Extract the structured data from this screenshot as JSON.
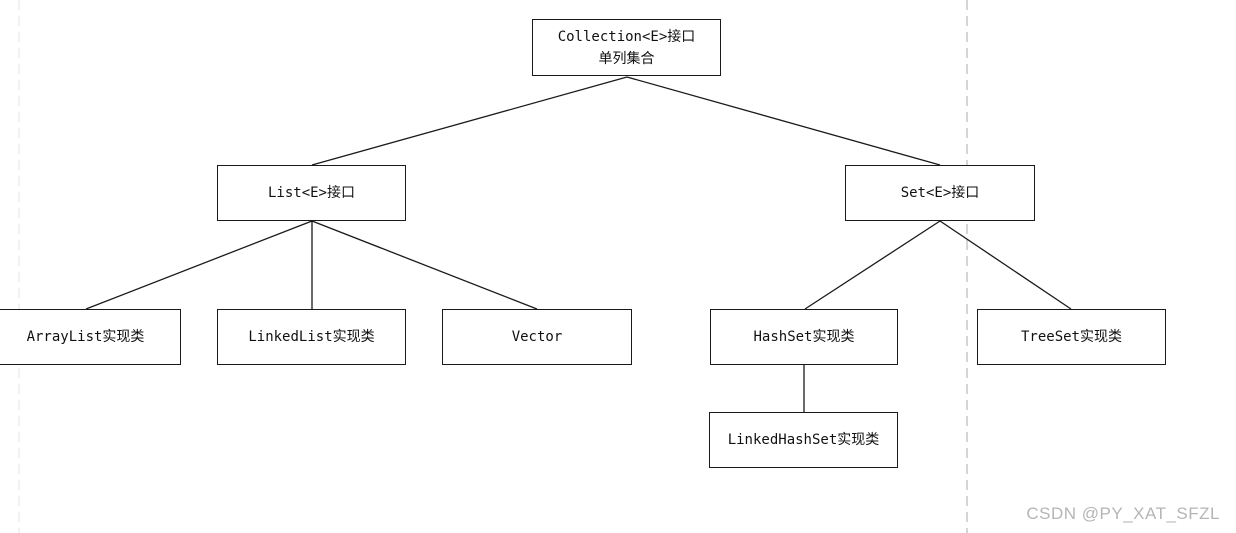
{
  "diagram": {
    "nodes": {
      "collection": {
        "line1": "Collection<E>接口",
        "line2": "单列集合"
      },
      "list": {
        "label": "List<E>接口"
      },
      "set": {
        "label": "Set<E>接口"
      },
      "arraylist": {
        "label": "ArrayList实现类"
      },
      "linkedlist": {
        "label": "LinkedList实现类"
      },
      "vector": {
        "label": "Vector"
      },
      "hashset": {
        "label": "HashSet实现类"
      },
      "treeset": {
        "label": "TreeSet实现类"
      },
      "linkedhashset": {
        "label": "LinkedHashSet实现类"
      }
    },
    "edges": [
      {
        "from": "collection",
        "to": "list"
      },
      {
        "from": "collection",
        "to": "set"
      },
      {
        "from": "list",
        "to": "arraylist"
      },
      {
        "from": "list",
        "to": "linkedlist"
      },
      {
        "from": "list",
        "to": "vector"
      },
      {
        "from": "set",
        "to": "hashset"
      },
      {
        "from": "set",
        "to": "treeset"
      },
      {
        "from": "hashset",
        "to": "linkedhashset"
      }
    ]
  },
  "watermark": {
    "text": "CSDN @PY_XAT_SFZL"
  },
  "colors": {
    "background": "#ffffff",
    "box_border": "#1a1a1a",
    "box_fill": "#ffffff",
    "connector": "#1a1a1a",
    "guide_right": "#ababab",
    "guide_left": "#e4e4e4",
    "watermark": "#b5b5b5"
  }
}
